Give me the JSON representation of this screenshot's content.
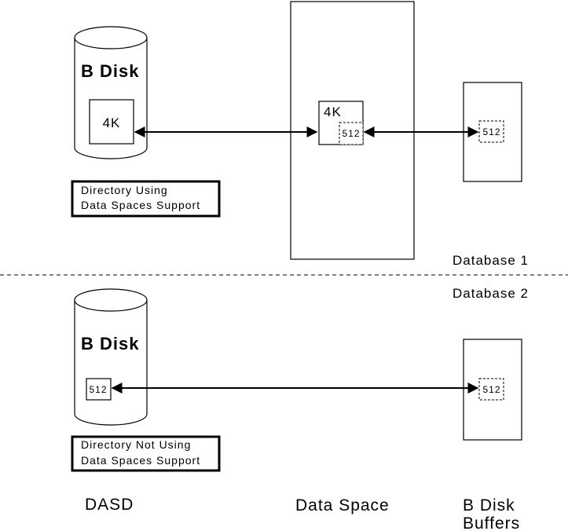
{
  "database1": {
    "label": "Database 1",
    "dasd_title": "B Disk",
    "dasd_block": "4K",
    "dataspace_block": "4K",
    "dataspace_sub": "512",
    "buffer_block": "512",
    "note_line1": "Directory Using",
    "note_line2": "Data Spaces Support"
  },
  "database2": {
    "label": "Database 2",
    "dasd_title": "B Disk",
    "dasd_block": "512",
    "buffer_block": "512",
    "note_line1": "Directory Not Using",
    "note_line2": "Data Spaces Support"
  },
  "columns": {
    "dasd": "DASD",
    "data_space": "Data Space",
    "buffers_line1": "B Disk",
    "buffers_line2": "Buffers"
  }
}
